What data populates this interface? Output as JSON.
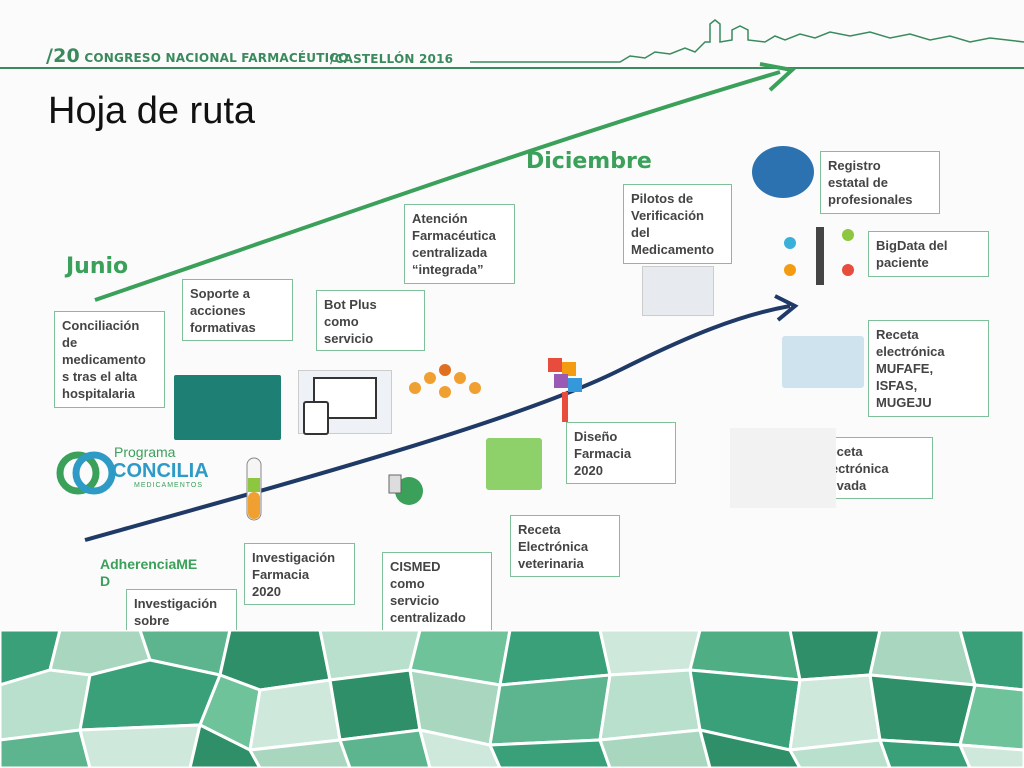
{
  "header": {
    "congress_num": "/20",
    "congress": "CONGRESO NACIONAL FARMACÉUTICO",
    "city": "/CASTELLÓN 2016"
  },
  "title": "Hoja de ruta",
  "months": {
    "start": "Junio",
    "end": "Diciembre"
  },
  "boxes": {
    "conciliacion": "Conciliación\nde\nmedicamento\ns tras el alta\nhospitalaria",
    "soporte": "Soporte a\nacciones\nformativas",
    "botplus": "Bot Plus\ncomo\nservicio",
    "atencion": "Atención\nFarmacéutica\ncentralizada\n“integrada”",
    "pilotos": "Pilotos de\nVerificación\ndel\nMedicamento",
    "registro": "Registro\nestatal  de\nprofesionales",
    "bigdata": "BigData del\npaciente",
    "receta_mufafe": "Receta\nelectrónica\nMUFAFE,\nISFAS,\nMUGEJU",
    "receta_privada": "Receta\nelectrónica\nprivada",
    "diseno": "Diseño\nFarmacia\n2020",
    "receta_vet": "Receta\nElectrónica\nveterinaria",
    "cismed": "CISMED\ncomo\nservicio\ncentralizado",
    "investigacion2020": "Investigación\nFarmacia\n2020",
    "adherencia_label": "AdherenciaME\nD",
    "adherencia_box": "Investigación\nsobre\nadherencia al\nmedicamento"
  },
  "logo": {
    "programa": "Programa",
    "concilia": "CONCILIA",
    "medicamentos": "MEDICAMENTOS"
  },
  "colors": {
    "green": "#3aa05a",
    "navy": "#1f3a66",
    "border": "#7fbf99"
  }
}
